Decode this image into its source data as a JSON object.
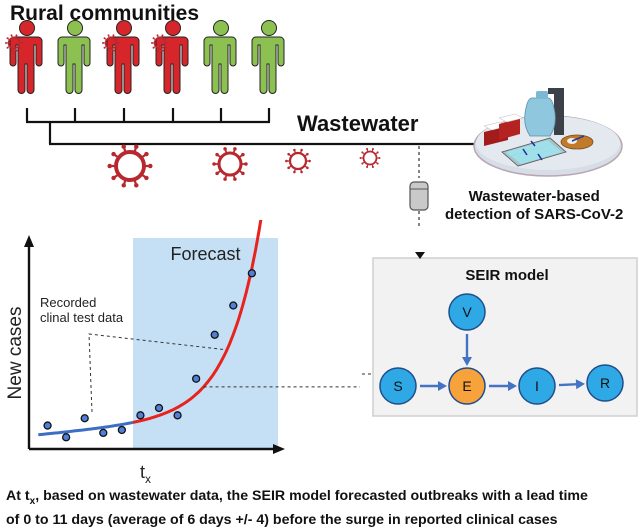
{
  "top": {
    "title": "Rural communities",
    "people": [
      {
        "status": "infected",
        "has_virus": true
      },
      {
        "status": "healthy",
        "has_virus": false
      },
      {
        "status": "infected",
        "has_virus": true
      },
      {
        "status": "infected",
        "has_virus": true
      },
      {
        "status": "healthy",
        "has_virus": false
      },
      {
        "status": "healthy",
        "has_virus": false
      }
    ],
    "wastewater_label": "Wastewater",
    "detection_label_line1": "Wastewater-based",
    "detection_label_line2": "detection of SARS-CoV-2"
  },
  "colors": {
    "infected": "#d7262b",
    "healthy": "#8cc152",
    "virus": "#b8292f",
    "forecast_bg": "#c5e0f5",
    "fit_observed": "#3b6fc4",
    "fit_forecast": "#e8231f",
    "node_blue": "#2fa9e6",
    "node_orange": "#f7a23b",
    "node_border": "#1f4e8c",
    "seir_bg": "#f2f2f2",
    "arrow": "#4472c4"
  },
  "chart_data": {
    "type": "scatter",
    "ylabel": "New cases",
    "xlabel": "t_x",
    "xlabel_main": "t",
    "xlabel_sub": "x",
    "forecast_label": "Forecast",
    "annotation_line1": "Recorded",
    "annotation_line2": "clinal test data",
    "points": [
      {
        "x": 1,
        "y": 1.6
      },
      {
        "x": 2,
        "y": 0.8
      },
      {
        "x": 3,
        "y": 2.1
      },
      {
        "x": 4,
        "y": 1.1
      },
      {
        "x": 5,
        "y": 1.3
      },
      {
        "x": 6,
        "y": 2.3
      },
      {
        "x": 7,
        "y": 2.8
      },
      {
        "x": 8,
        "y": 2.3
      },
      {
        "x": 9,
        "y": 4.8
      },
      {
        "x": 10,
        "y": 7.8
      },
      {
        "x": 11,
        "y": 9.8
      },
      {
        "x": 12,
        "y": 12.0
      }
    ],
    "tx": 5.6,
    "xlim": [
      0,
      13.3
    ],
    "ylim": [
      0,
      14
    ],
    "grid": false
  },
  "seir": {
    "title": "SEIR model",
    "nodes": [
      {
        "id": "V",
        "label": "V",
        "color": "blue"
      },
      {
        "id": "S",
        "label": "S",
        "color": "blue"
      },
      {
        "id": "E",
        "label": "E",
        "color": "orange"
      },
      {
        "id": "I",
        "label": "I",
        "color": "blue"
      },
      {
        "id": "R",
        "label": "R",
        "color": "blue"
      }
    ],
    "edges": [
      [
        "V",
        "E"
      ],
      [
        "S",
        "E"
      ],
      [
        "E",
        "I"
      ],
      [
        "I",
        "R"
      ]
    ]
  },
  "caption": {
    "pre": "At t",
    "sub": "x",
    "post": ", based on wastewater data, the SEIR model forecasted outbreaks with a lead time",
    "line2": "of 0 to 11 days (average of 6 days +/- 4) before the surge in reported clinical cases"
  }
}
